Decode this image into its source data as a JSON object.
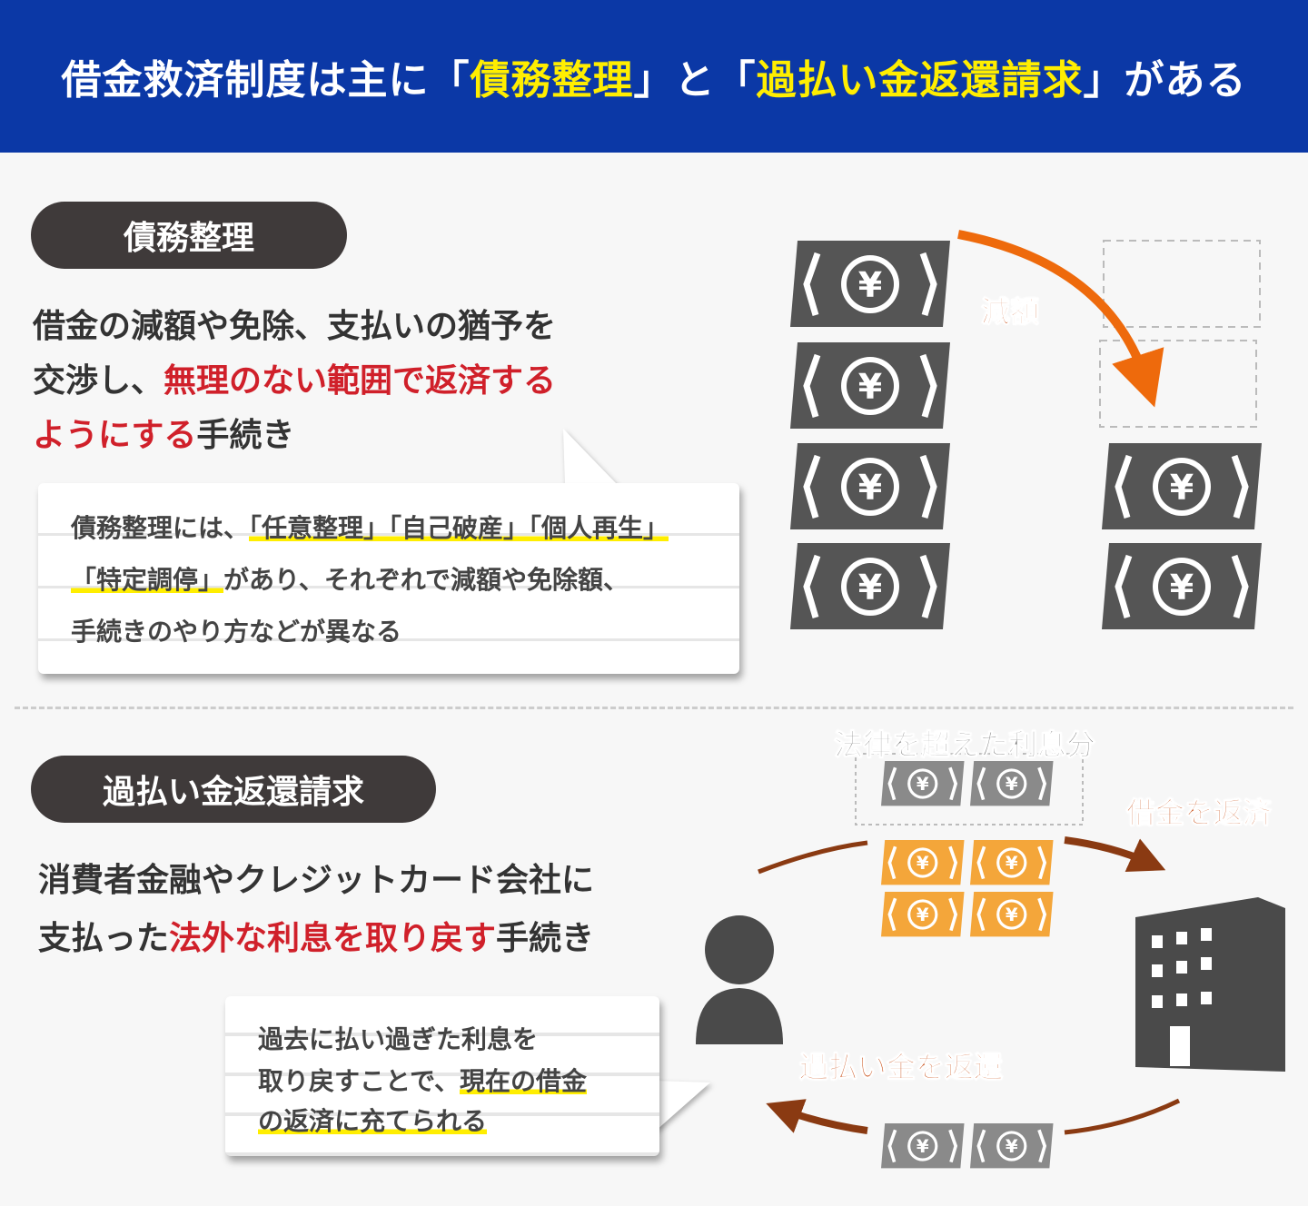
{
  "header": {
    "title_part1": "借金救済制度は主に「",
    "title_hl1": "債務整理",
    "title_part2": "」と「",
    "title_hl2": "過払い金返還請求",
    "title_part3": "」がある"
  },
  "debt_consolidation": {
    "pill": "債務整理",
    "desc_line1": "借金の減額や免除、支払いの猶予を",
    "desc_line2_a": "交渉し、",
    "desc_line2_b": "無理のない範囲で返済する",
    "desc_line3_a": "ようにする",
    "desc_line3_b": "手続き",
    "note_l1_a": "債務整理には、",
    "note_l1_m1": "「任意整理」",
    "note_l1_m2": "「自己破産」",
    "note_l1_m3": "「個人再生」",
    "note_l2_m": "「特定調停」",
    "note_l2_b": "があり、それぞれで減額や免除額、",
    "note_l3": "手続きのやり方などが異なる",
    "reduction_label": "減額"
  },
  "overpayment": {
    "pill": "過払い金返還請求",
    "desc_line1": "消費者金融やクレジットカード会社に",
    "desc_line2_a": "支払った",
    "desc_line2_b": "法外な利息を取り戻す",
    "desc_line2_c": "手続き",
    "note_l1": "過去に払い過ぎた利息を",
    "note_l2_a": "取り戻すことで、",
    "note_l2_m": "現在の借金",
    "note_l3_m": "の返済に充てられる",
    "excess_interest_label": "法律を超えた利息分",
    "repay_label": "借金を返済",
    "refund_label": "過払い金を返還",
    "yen_symbol": "¥"
  },
  "colors": {
    "header_bg": "#0b38a6",
    "highlight": "#ffee00",
    "accent_red": "#d0202a",
    "arrow_orange": "#ee6a0c",
    "arrow_brown": "#8a3a12",
    "bill_gray": "#555555",
    "bill_orange": "#f4a63a",
    "bill_light": "#888888"
  }
}
